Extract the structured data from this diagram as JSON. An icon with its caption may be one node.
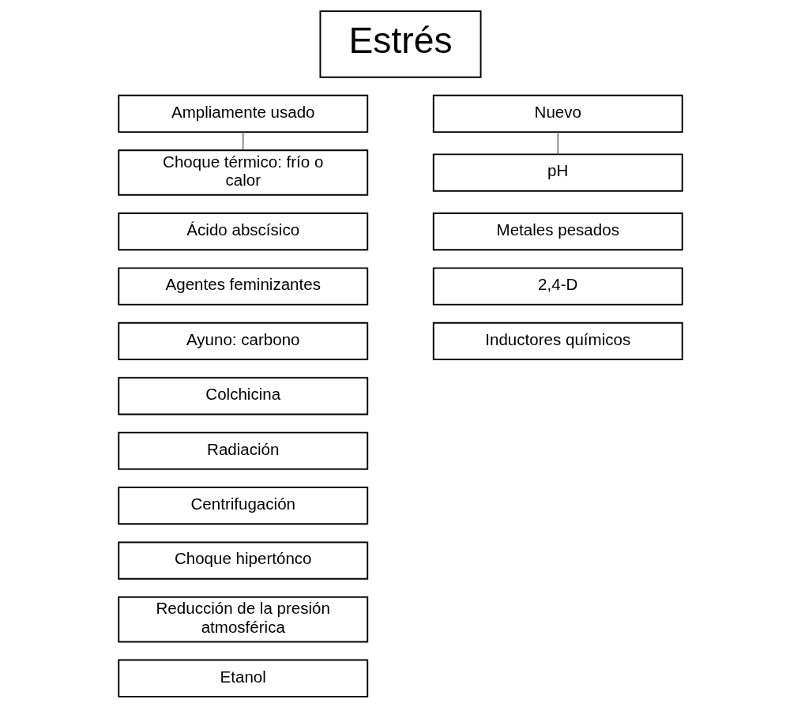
{
  "diagram": {
    "nodes": [
      {
        "text": [
          "Estrés"
        ]
      },
      {
        "text": [
          "Ampliamente usado"
        ]
      },
      {
        "text": [
          "Nuevo"
        ]
      },
      {
        "text": [
          "Choque térmico: frío o calor"
        ]
      },
      {
        "text": [
          "Ácido abscísico"
        ]
      },
      {
        "text": [
          "Agentes feminizantes"
        ]
      },
      {
        "text": [
          "Ayuno: carbono"
        ]
      },
      {
        "text": [
          "Colchicina"
        ]
      },
      {
        "text": [
          "Radiación"
        ]
      },
      {
        "text": [
          "Centrifugación"
        ]
      },
      {
        "text": [
          "Choque hipertónco"
        ]
      },
      {
        "text": [
          "Reducción de la presión atmosférica"
        ]
      },
      {
        "text": [
          "Etanol"
        ]
      },
      {
        "text": [
          "pH"
        ]
      },
      {
        "text": [
          "Metales pesados"
        ]
      },
      {
        "text": [
          "2,4-D"
        ]
      },
      {
        "text": [
          "Inductores químicos"
        ]
      }
    ],
    "edges": [
      {
        "from": 1,
        "to": 3,
        "arrow": "none"
      },
      {
        "from": 2,
        "to": 13,
        "arrow": "none"
      }
    ]
  }
}
